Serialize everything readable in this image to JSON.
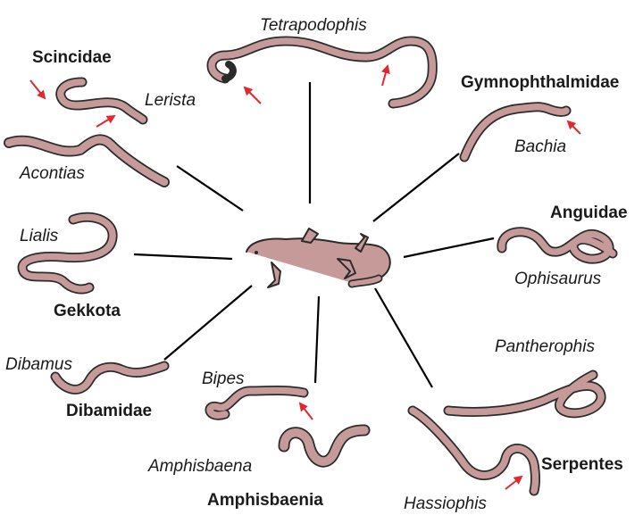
{
  "colors": {
    "body_fill": "#c79a9a",
    "outline": "#2b2b2b",
    "highlight_red": "#e0282e",
    "text": "#1a1a1a"
  },
  "labels": {
    "tetrapodophis": "Tetrapodophis",
    "scincidae": "Scincidae",
    "lerista": "Lerista",
    "acontias": "Acontias",
    "gymnophthalmidae": "Gymnophthalmidae",
    "bachia": "Bachia",
    "anguidae": "Anguidae",
    "ophisaurus": "Ophisaurus",
    "lialis": "Lialis",
    "gekkota": "Gekkota",
    "dibamus": "Dibamus",
    "dibamidae": "Dibamidae",
    "bipes": "Bipes",
    "amphisbaena": "Amphisbaena",
    "amphisbaenia": "Amphisbaenia",
    "pantherophis": "Pantherophis",
    "serpentes": "Serpentes",
    "hassiophis": "Hassiophis"
  }
}
